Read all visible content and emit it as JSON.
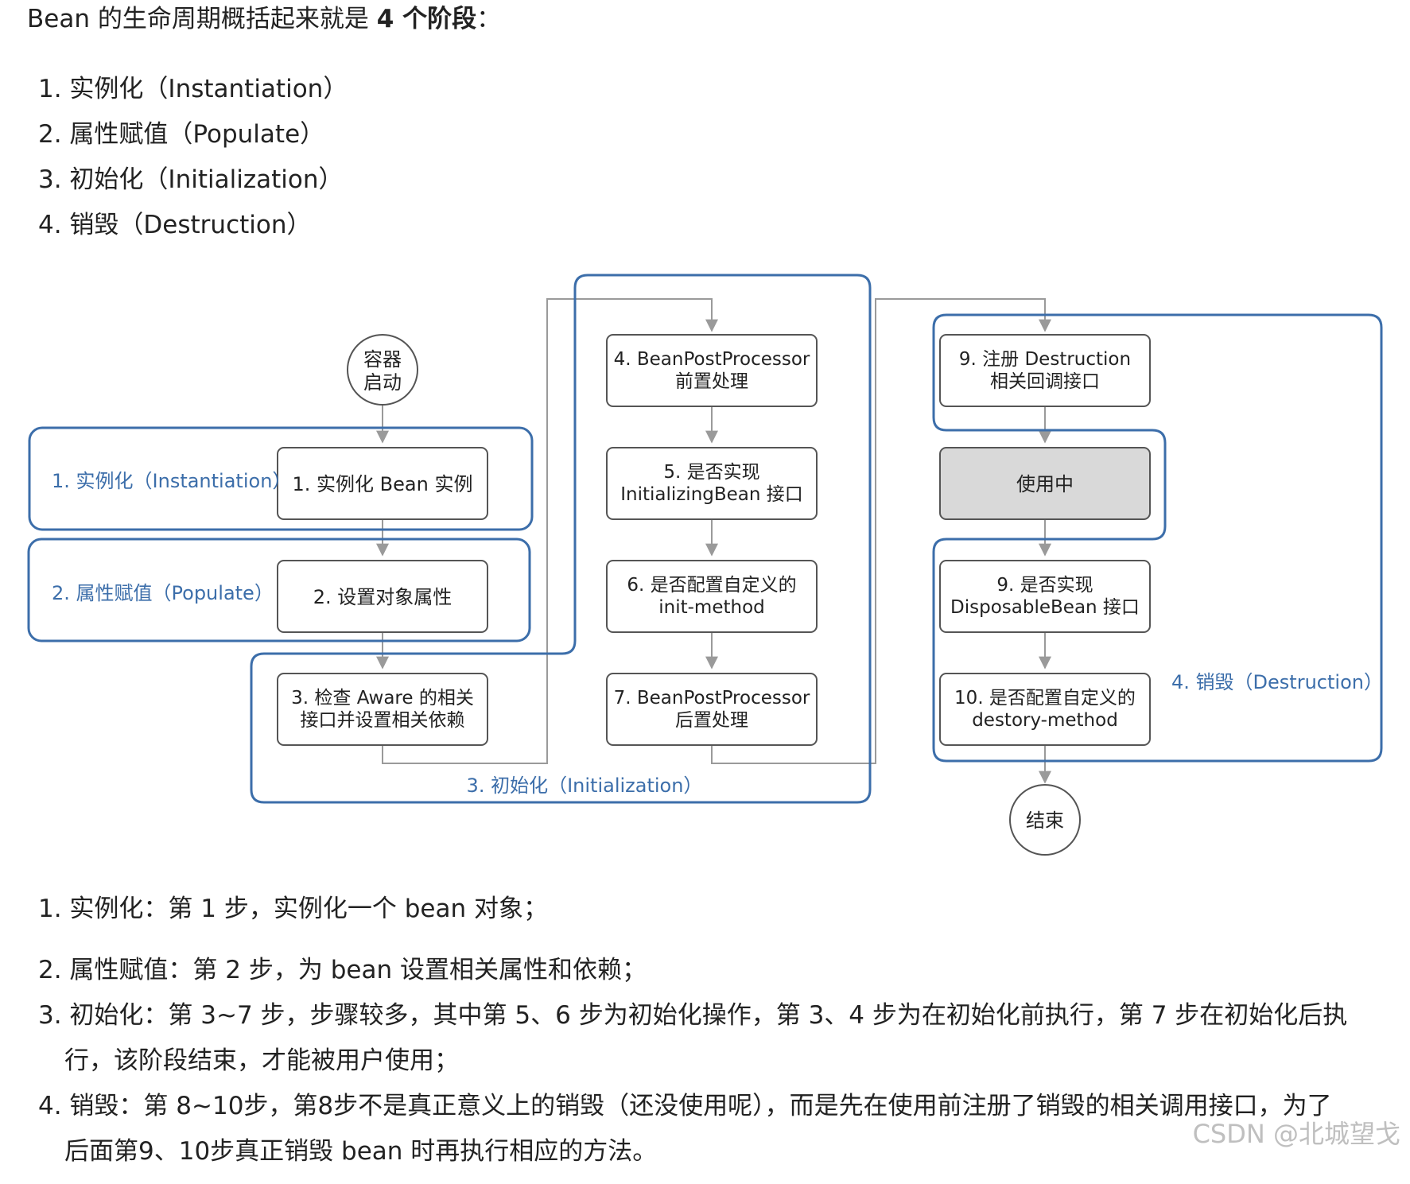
{
  "intro": {
    "prefix": "Bean 的生命周期概括起来就是 ",
    "bold": "4 个阶段",
    "suffix": "："
  },
  "stages": [
    "1. 实例化（Instantiation）",
    "2. 属性赋值（Populate）",
    "3. 初始化（Initialization）",
    "4. 销毁（Destruction）"
  ],
  "diagram": {
    "start": [
      "容器",
      "启动"
    ],
    "end": "结束",
    "groups": {
      "instantiation": "1. 实例化（Instantiation）",
      "populate": "2. 属性赋值（Populate）",
      "initialization": "3. 初始化（Initialization）",
      "destruction": "4. 销毁（Destruction）"
    },
    "steps": {
      "s1": [
        "1. 实例化 Bean 实例"
      ],
      "s2": [
        "2. 设置对象属性"
      ],
      "s3": [
        "3. 检查 Aware 的相关",
        "接口并设置相关依赖"
      ],
      "s4": [
        "4. BeanPostProcessor",
        "前置处理"
      ],
      "s5": [
        "5. 是否实现",
        "InitializingBean 接口"
      ],
      "s6": [
        "6. 是否配置自定义的",
        "init-method"
      ],
      "s7": [
        "7. BeanPostProcessor",
        "后置处理"
      ],
      "s8": [
        "9. 注册 Destruction",
        "相关回调接口"
      ],
      "inuse": [
        "使用中"
      ],
      "s9": [
        "9. 是否实现",
        "DisposableBean 接口"
      ],
      "s10": [
        "10. 是否配置自定义的",
        "destory-method"
      ]
    },
    "colors": {
      "group_border": "#3c6eaa",
      "group_label": "#3c6eaa",
      "box_border": "#555555",
      "inuse_fill": "#d9d9d9",
      "connector": "#9a9a9a"
    }
  },
  "notes": [
    {
      "first": "1.  实例化：第 1 步，实例化一个 bean 对象；"
    },
    {
      "first": "2. 属性赋值：第 2 步，为 bean 设置相关属性和依赖；"
    },
    {
      "first": "3. 初始化：第 3~7 步，步骤较多，其中第 5、6 步为初始化操作，第 3、4 步为在初始化前执行，第 7 步在初始化后执",
      "second": "行，该阶段结束，才能被用户使用；"
    },
    {
      "first": "4. 销毁：第 8~10步，第8步不是真正意义上的销毁（还没使用呢），而是先在使用前注册了销毁的相关调用接口，为了",
      "second": "后面第9、10步真正销毁 bean 时再执行相应的方法。"
    }
  ],
  "watermark": "CSDN @北城望戈"
}
